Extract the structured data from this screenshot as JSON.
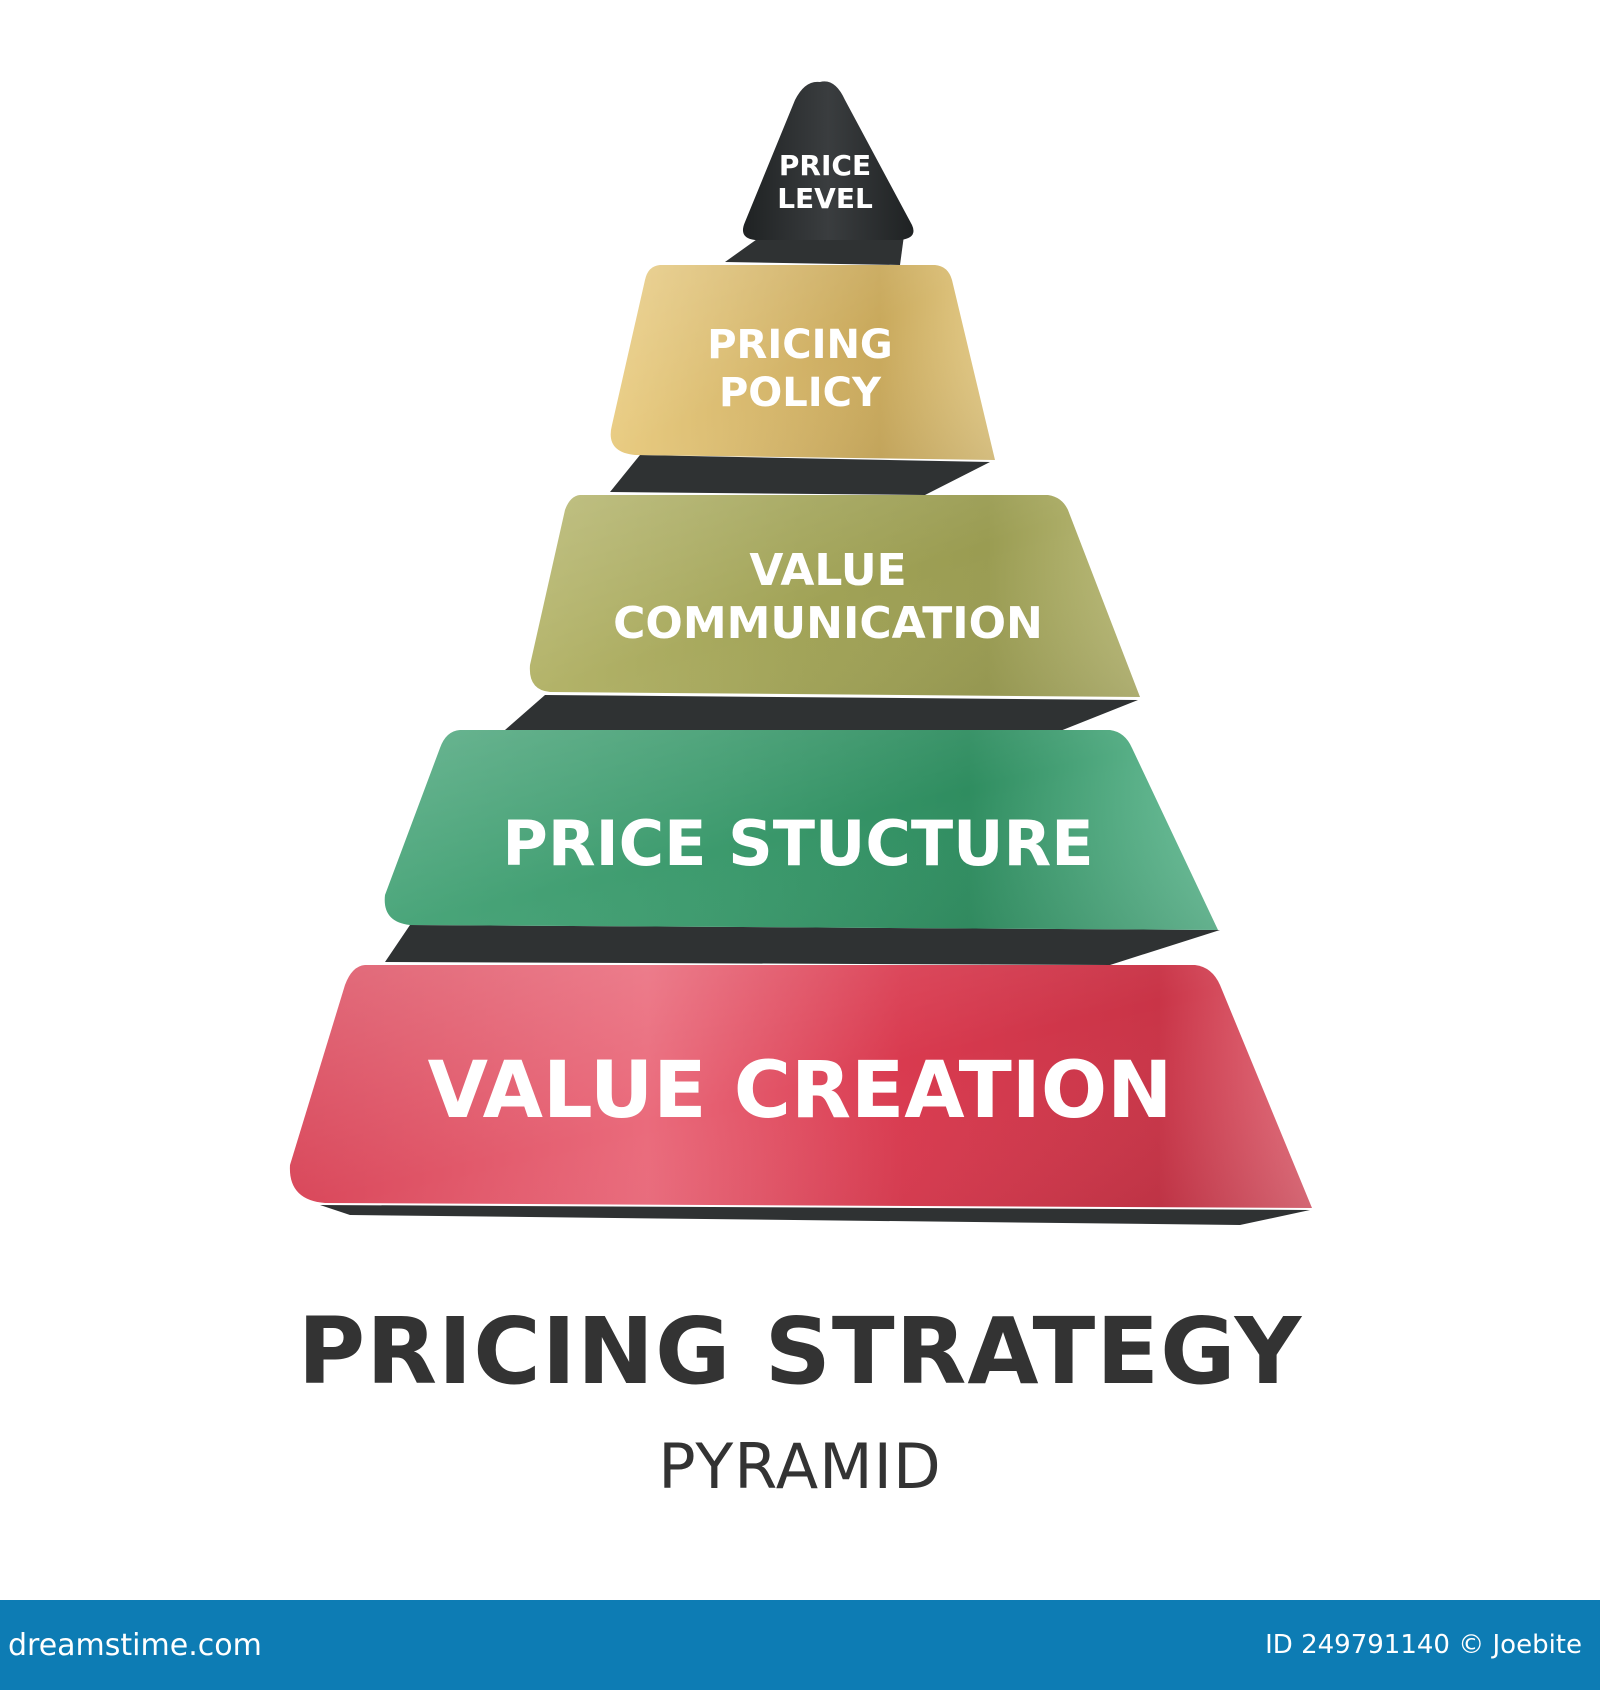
{
  "pyramid": {
    "tiers": [
      {
        "lines": [
          "PRICE",
          "LEVEL"
        ],
        "color": "#2c2f30"
      },
      {
        "lines": [
          "PRICING",
          "POLICY"
        ],
        "color": "#d9bd73"
      },
      {
        "lines": [
          "VALUE",
          "COMMUNICATION"
        ],
        "color": "#a8a95c"
      },
      {
        "lines": [
          "PRICE STUCTURE"
        ],
        "color": "#3f9e72"
      },
      {
        "lines": [
          "VALUE CREATION"
        ],
        "color": "#d9475a"
      }
    ],
    "shadow_color": "#2f3233"
  },
  "title": {
    "main": "PRICING STRATEGY",
    "sub": "PYRAMID"
  },
  "footer": {
    "brand": "dreamstime.com",
    "image_id": "ID 249791140 © Joebite",
    "color": "#0d7cb4"
  }
}
